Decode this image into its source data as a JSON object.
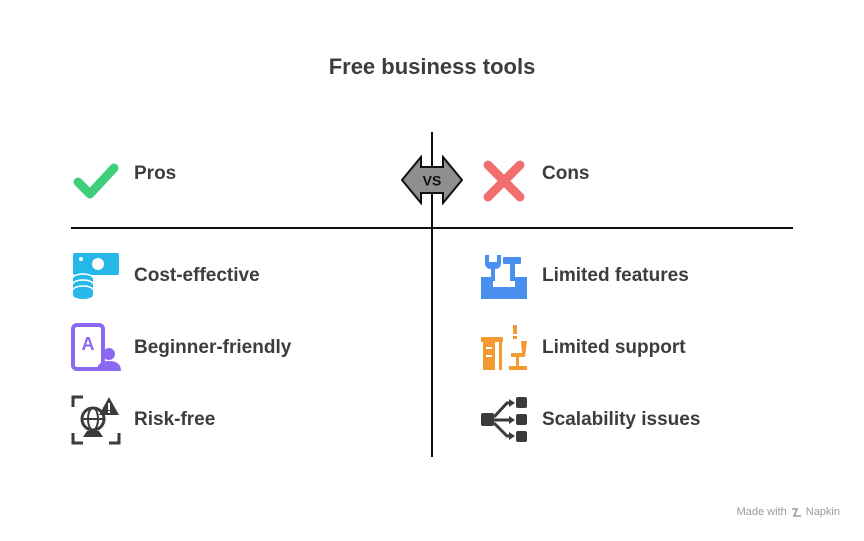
{
  "title": "Free business tools",
  "vs_label": "VS",
  "pros": {
    "header": "Pros",
    "items": [
      {
        "label": "Cost-effective",
        "icon": "money-stack-icon"
      },
      {
        "label": "Beginner-friendly",
        "icon": "learning-user-icon"
      },
      {
        "label": "Risk-free",
        "icon": "safe-globe-warning-icon"
      }
    ]
  },
  "cons": {
    "header": "Cons",
    "items": [
      {
        "label": "Limited features",
        "icon": "tools-box-icon"
      },
      {
        "label": "Limited support",
        "icon": "empty-desk-icon"
      },
      {
        "label": "Scalability issues",
        "icon": "scaling-blocks-icon"
      }
    ]
  },
  "footer": {
    "made_with": "Made with",
    "brand": "Napkin"
  },
  "colors": {
    "check": "#3ecf7a",
    "cross": "#f26d6d",
    "blue": "#4a8ff0",
    "cyan": "#26b8e8",
    "purple": "#8a68f2",
    "orange": "#f39a32",
    "dark": "#3b3b3b",
    "vs_fill": "#8f8f8f"
  }
}
